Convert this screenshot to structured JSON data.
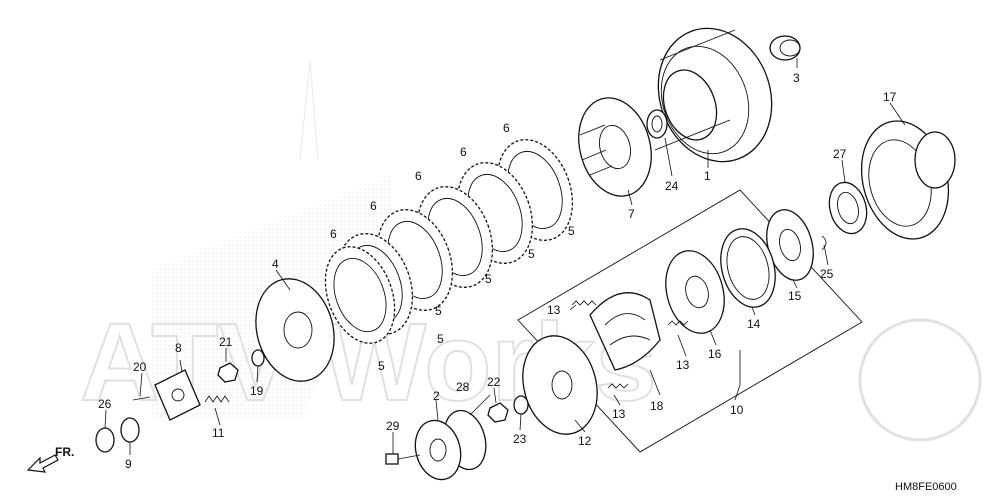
{
  "diagram_code": "HM8FE0600",
  "direction_label": "FR.",
  "watermark_text": "ATV Works",
  "colors": {
    "line": "#111111",
    "dots": "#bdbdbd",
    "paper": "#ffffff"
  },
  "callouts": [
    "1",
    "2",
    "3",
    "4",
    "5",
    "5",
    "5",
    "5",
    "5",
    "5",
    "6",
    "6",
    "6",
    "6",
    "6",
    "7",
    "8",
    "9",
    "10",
    "11",
    "12",
    "13",
    "13",
    "13",
    "14",
    "15",
    "16",
    "17",
    "18",
    "19",
    "20",
    "21",
    "22",
    "23",
    "24",
    "25",
    "26",
    "27",
    "28",
    "29"
  ]
}
